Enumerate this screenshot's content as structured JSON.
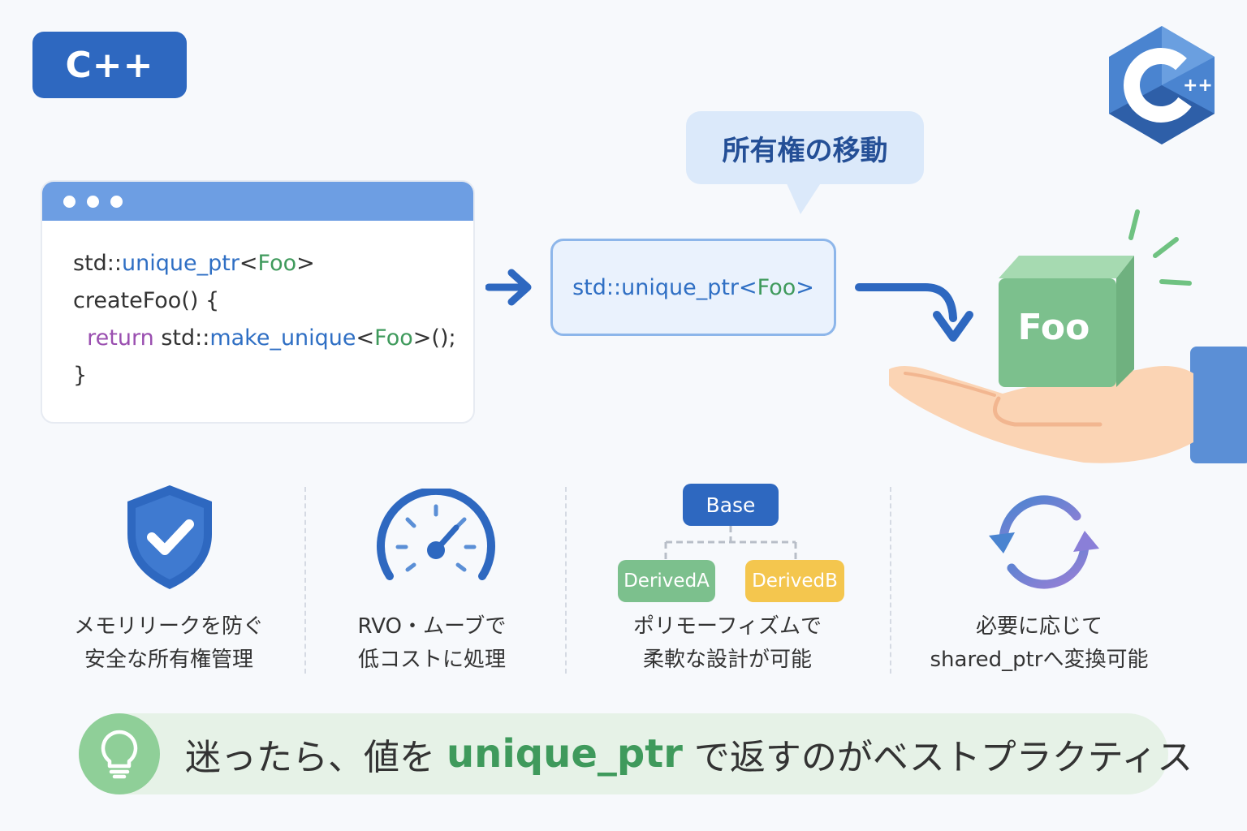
{
  "badge": {
    "label": "C++"
  },
  "code": {
    "line1": {
      "ns": "std::",
      "type": "unique_ptr",
      "open": "<",
      "tmpl": "Foo",
      "close": ">"
    },
    "line2": {
      "text": "createFoo() {"
    },
    "line3": {
      "indent": "  ",
      "kw": "return",
      "ns": " std::",
      "fn": "make_unique",
      "open": "<",
      "tmpl": "Foo",
      "close": ">();"
    },
    "line4": {
      "text": "}"
    }
  },
  "ownership": {
    "bubble": "所有権の移動",
    "ptr": {
      "ns": "std::",
      "type": "unique_ptr",
      "open": "<",
      "tmpl": "Foo",
      "close": ">"
    },
    "object": "Foo"
  },
  "logo": {
    "text": "++"
  },
  "features": [
    {
      "icon": "shield-check-icon",
      "line1": "メモリリークを防ぐ",
      "line2": "安全な所有権管理"
    },
    {
      "icon": "speedometer-icon",
      "line1": "RVO・ムーブで",
      "line2": "低コストに処理"
    },
    {
      "icon": "class-hierarchy-icon",
      "line1": "ポリモーフィズムで",
      "line2": "柔軟な設計が可能",
      "base": "Base",
      "derived_a": "DerivedA",
      "derived_b": "DerivedB"
    },
    {
      "icon": "refresh-icon",
      "line1": "必要に応じて",
      "line2": "shared_ptrへ変換可能"
    }
  ],
  "tip": {
    "icon": "lightbulb-icon",
    "before": "迷ったら、値を ",
    "highlight": "unique_ptr",
    "after": " で返すのがベストプラクティス"
  },
  "colors": {
    "primary_blue": "#2e68c0",
    "light_blue": "#6d9ee3",
    "green": "#7cc08d",
    "yellow": "#f4c64e",
    "purple": "#9a4fb0"
  }
}
